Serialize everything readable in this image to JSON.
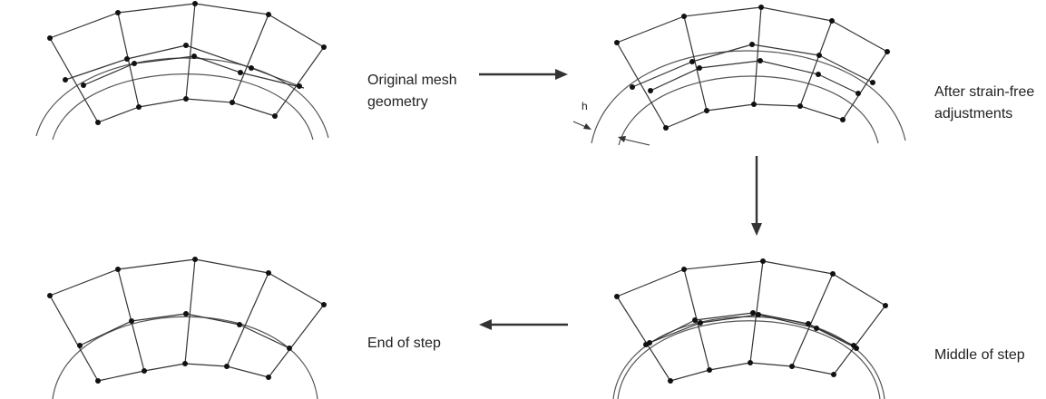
{
  "labels": {
    "original": [
      "Original mesh",
      "geometry"
    ],
    "after": [
      "After strain-free",
      "adjustments"
    ],
    "end": "End of step",
    "middle": "Middle of step",
    "h": "h"
  }
}
